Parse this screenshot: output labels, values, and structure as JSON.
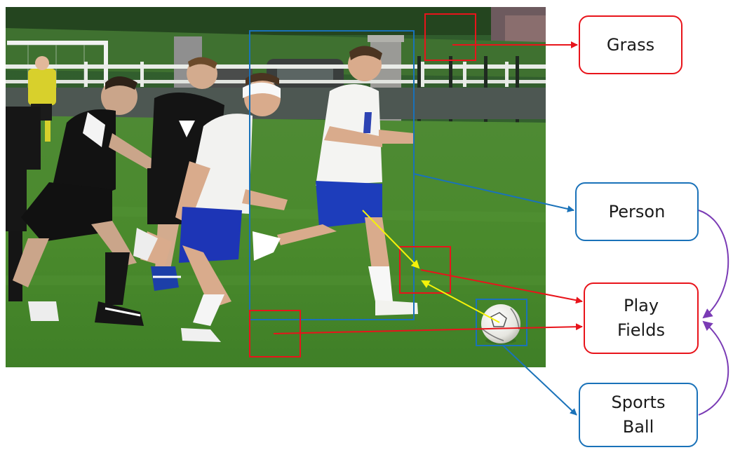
{
  "labels": {
    "grass": "Grass",
    "person": "Person",
    "play_fields": "Play\nFields",
    "sports_ball": "Sports\nBall"
  },
  "colors": {
    "stuff": "#e8141b",
    "thing": "#1a72b9",
    "relation": "#7a3bb5",
    "interaction": "#f5f20a"
  },
  "photo": {
    "subject": "soccer-players-running-photo",
    "ball": "soccer-ball"
  }
}
